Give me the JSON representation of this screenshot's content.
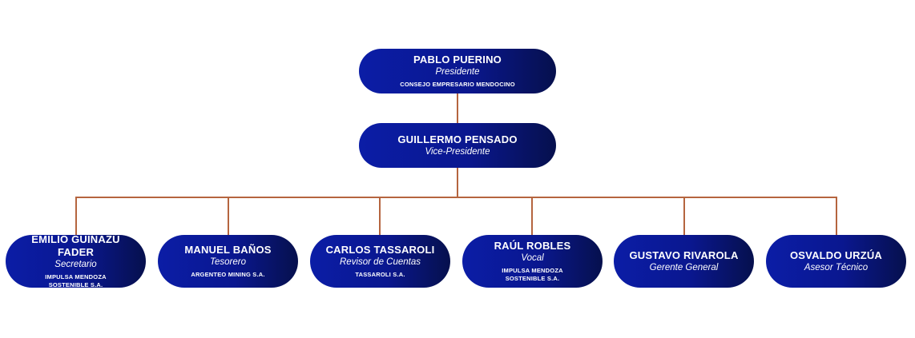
{
  "org_chart": {
    "top": [
      {
        "name": "PABLO PUERINO",
        "role": "Presidente",
        "org": "CONSEJO EMPRESARIO MENDOCINO"
      },
      {
        "name": "GUILLERMO PENSADO",
        "role": "Vice-Presidente",
        "org": ""
      }
    ],
    "members": [
      {
        "name": "EMILIO GUIÑAZÚ FADER",
        "role": "Secretario",
        "org": "IMPULSA MENDOZA\nSOSTENIBLE S.A."
      },
      {
        "name": "MANUEL BAÑOS",
        "role": "Tesorero",
        "org": "ARGENTEO MINING S.A."
      },
      {
        "name": "CARLOS TASSAROLI",
        "role": "Revisor de Cuentas",
        "org": "TASSAROLI S.A."
      },
      {
        "name": "RAÚL ROBLES",
        "role": "Vocal",
        "org": "IMPULSA MENDOZA\nSOSTENIBLE S.A."
      },
      {
        "name": "GUSTAVO RIVAROLA",
        "role": "Gerente General",
        "org": ""
      },
      {
        "name": "OSVALDO URZÚA",
        "role": "Asesor Técnico",
        "org": ""
      }
    ]
  },
  "colors": {
    "connector": "#b5653f",
    "node": "#0a178f"
  }
}
